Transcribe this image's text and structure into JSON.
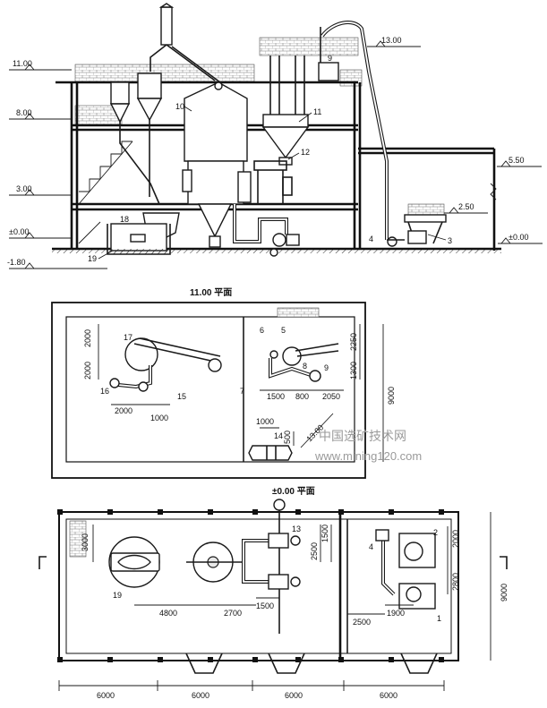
{
  "elevation": {
    "levels": [
      "11.00",
      "8.00",
      "3.00",
      "±0.00",
      "-1.80",
      "13.00",
      "5.50",
      "2.50",
      "±0.00"
    ],
    "labels": [
      "10",
      "11",
      "12",
      "18",
      "19",
      "9",
      "4",
      "3"
    ]
  },
  "plan_top": {
    "title": "11.00 平面",
    "dims": [
      "2000",
      "2000",
      "2000",
      "1000",
      "1500",
      "800",
      "2050",
      "1300",
      "2250",
      "9000",
      "1000",
      "500",
      "13.00"
    ],
    "labels": [
      "17",
      "16",
      "15",
      "6",
      "5",
      "8",
      "9",
      "7",
      "14"
    ]
  },
  "plan_bottom": {
    "title": "±0.00 平面",
    "dims": [
      "3000",
      "4800",
      "2700",
      "1500",
      "2500",
      "1500",
      "2000",
      "2800",
      "2500",
      "1900",
      "9000",
      "6000",
      "6000",
      "6000",
      "6000"
    ],
    "labels": [
      "19",
      "13",
      "2",
      "4",
      "1"
    ]
  },
  "watermark": {
    "cn": "中国选矿技术网",
    "url": "www.mining120.com"
  }
}
